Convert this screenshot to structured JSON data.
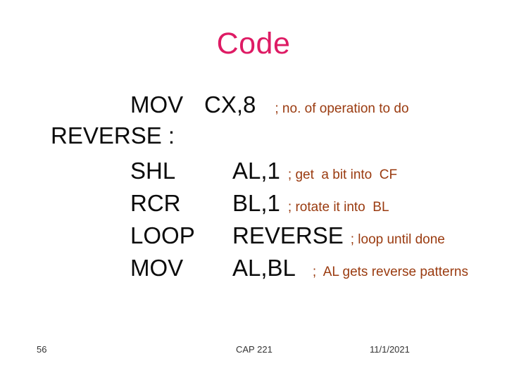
{
  "colors": {
    "title_pink": "#DE1B64",
    "code_black": "#0B0B0B",
    "comment_brown": "#9A3B10"
  },
  "slide": {
    "title": "Code"
  },
  "code": {
    "lines": [
      {
        "opcode": "MOV",
        "operand": "CX,8",
        "comment": "; no. of operation to do"
      },
      {
        "label": "REVERSE :"
      },
      {
        "opcode": "SHL",
        "operand": "AL,1",
        "comment": "; get  a bit into  CF"
      },
      {
        "opcode": "RCR",
        "operand": "BL,1",
        "comment": "; rotate it into  BL"
      },
      {
        "opcode": "LOOP",
        "operand": "REVERSE",
        "comment": "; loop until done"
      },
      {
        "opcode": "MOV",
        "operand": "AL,BL",
        "comment": ";  AL gets reverse patterns"
      }
    ]
  },
  "footer": {
    "slide_number": "56",
    "course_code": "CAP 221",
    "date": "11/1/2021"
  }
}
